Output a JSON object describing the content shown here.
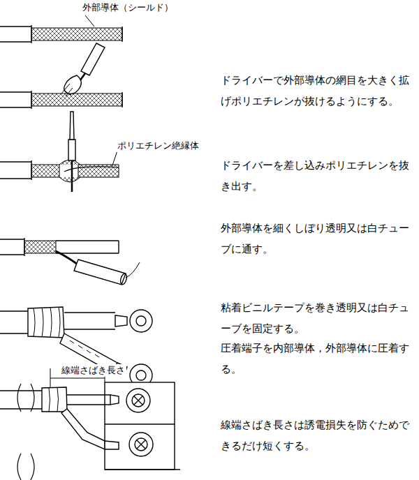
{
  "diagram": {
    "labels": [
      "外部導体（シールド）",
      "ドライバーで外部導体の網目を大きく拡げポリエチレンが抜けるようにする。",
      "ポリエチレン絶縁体",
      "ドライバーを差し込みポリエチレンを抜き出す。",
      "外部導体を細くしぼり透明又は白チューブに通す。",
      "粘着ビニルテープを巻き透明又は白チューブを固定する。",
      "圧着端子を内部導体，外部導体に圧着する。",
      "線端さばき長さ",
      "線端さばき長さは誘電損失を防ぐためできるだけ短くする。"
    ]
  }
}
